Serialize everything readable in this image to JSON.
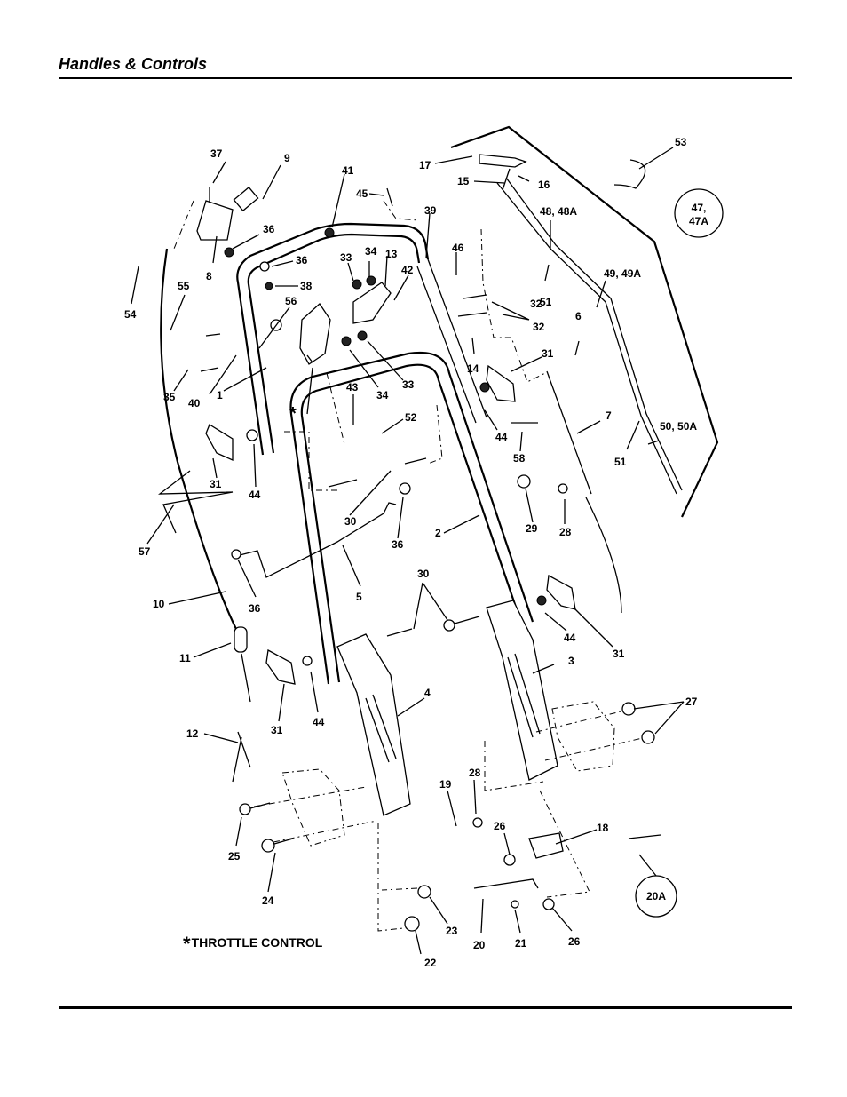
{
  "page": {
    "title": "Handles & Controls"
  },
  "note": {
    "star": "*",
    "text": "THROTTLE CONTROL"
  },
  "callouts": {
    "c47": [
      "47,",
      "47A"
    ],
    "c20a": "20A"
  },
  "labels": [
    "37",
    "9",
    "41",
    "45",
    "17",
    "15",
    "16",
    "53",
    "39",
    "36",
    "34",
    "33",
    "13",
    "46",
    "48, 48A",
    "8",
    "36",
    "42",
    "55",
    "54",
    "38",
    "56",
    "32",
    "51",
    "49, 49A",
    "32",
    "14",
    "31",
    "6",
    "35",
    "40",
    "1",
    "34",
    "33",
    "43",
    "52",
    "44",
    "58",
    "7",
    "51",
    "50, 50A",
    "31",
    "44",
    "30",
    "29",
    "28",
    "2",
    "57",
    "36",
    "5",
    "30",
    "10",
    "36",
    "44",
    "31",
    "11",
    "3",
    "4",
    "44",
    "31",
    "27",
    "12",
    "19",
    "28",
    "18",
    "26",
    "25",
    "24",
    "23",
    "20",
    "21",
    "26",
    "22",
    "*"
  ]
}
